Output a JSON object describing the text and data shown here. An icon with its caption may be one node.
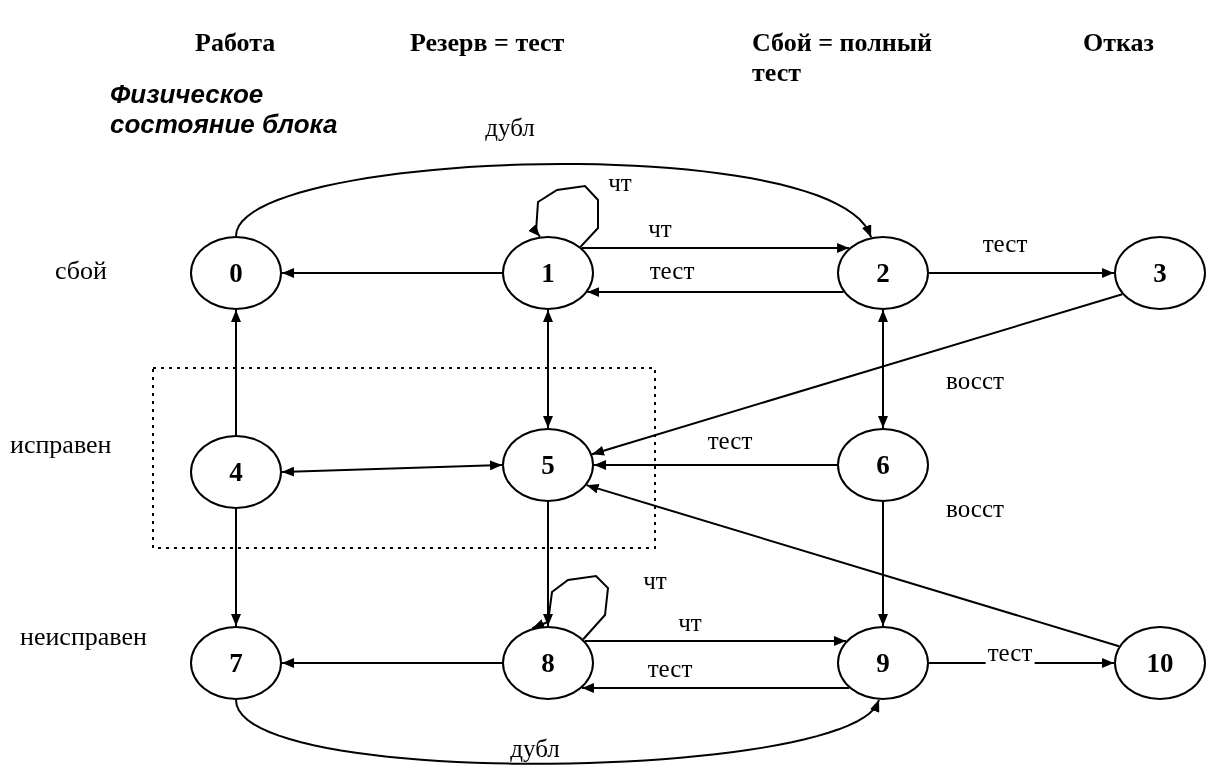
{
  "diagram": {
    "nodes": [
      {
        "text": [
          "0"
        ]
      },
      {
        "text": [
          "1"
        ]
      },
      {
        "text": [
          "2"
        ]
      },
      {
        "text": [
          "3"
        ]
      },
      {
        "text": [
          "4"
        ]
      },
      {
        "text": [
          "5"
        ]
      },
      {
        "text": [
          "6"
        ]
      },
      {
        "text": [
          "7"
        ]
      },
      {
        "text": [
          "8"
        ]
      },
      {
        "text": [
          "9"
        ]
      },
      {
        "text": [
          "10"
        ]
      }
    ],
    "edges": [
      {
        "from": 0,
        "to": 2,
        "arrow": "to",
        "label": "дубл"
      },
      {
        "from": 1,
        "to": 1,
        "arrow": "to",
        "label": "чт"
      },
      {
        "from": 1,
        "to": 2,
        "arrow": "to",
        "label": "чт"
      },
      {
        "from": 2,
        "to": 1,
        "arrow": "to",
        "label": "тест"
      },
      {
        "from": 1,
        "to": 0,
        "arrow": "to"
      },
      {
        "from": 2,
        "to": 3,
        "arrow": "to",
        "label": "тест"
      },
      {
        "from": 4,
        "to": 0,
        "arrow": "to"
      },
      {
        "from": 1,
        "to": 5,
        "arrow": "both"
      },
      {
        "from": 2,
        "to": 6,
        "arrow": "both"
      },
      {
        "from": 3,
        "to": 5,
        "arrow": "to",
        "label": "восст"
      },
      {
        "from": 6,
        "to": 5,
        "arrow": "to",
        "label": "тест"
      },
      {
        "from": 10,
        "to": 5,
        "arrow": "to",
        "label": "восст"
      },
      {
        "from": 4,
        "to": 5,
        "arrow": "both"
      },
      {
        "from": 4,
        "to": 7,
        "arrow": "to"
      },
      {
        "from": 5,
        "to": 8,
        "arrow": "to"
      },
      {
        "from": 6,
        "to": 9,
        "arrow": "to"
      },
      {
        "from": 8,
        "to": 8,
        "arrow": "to",
        "label": "чт"
      },
      {
        "from": 8,
        "to": 9,
        "arrow": "to",
        "label": "чт"
      },
      {
        "from": 9,
        "to": 8,
        "arrow": "to",
        "label": "тест"
      },
      {
        "from": 8,
        "to": 7,
        "arrow": "to"
      },
      {
        "from": 9,
        "to": 10,
        "arrow": "to",
        "label": "тест"
      },
      {
        "from": 7,
        "to": 9,
        "arrow": "to",
        "label": "дубл"
      }
    ],
    "labels": [
      "Работа",
      "Резерв = тест",
      "Сбой = полный тест",
      "Отказ",
      "Физическое состояние блока",
      "сбой",
      "исправен",
      "неисправен"
    ]
  }
}
